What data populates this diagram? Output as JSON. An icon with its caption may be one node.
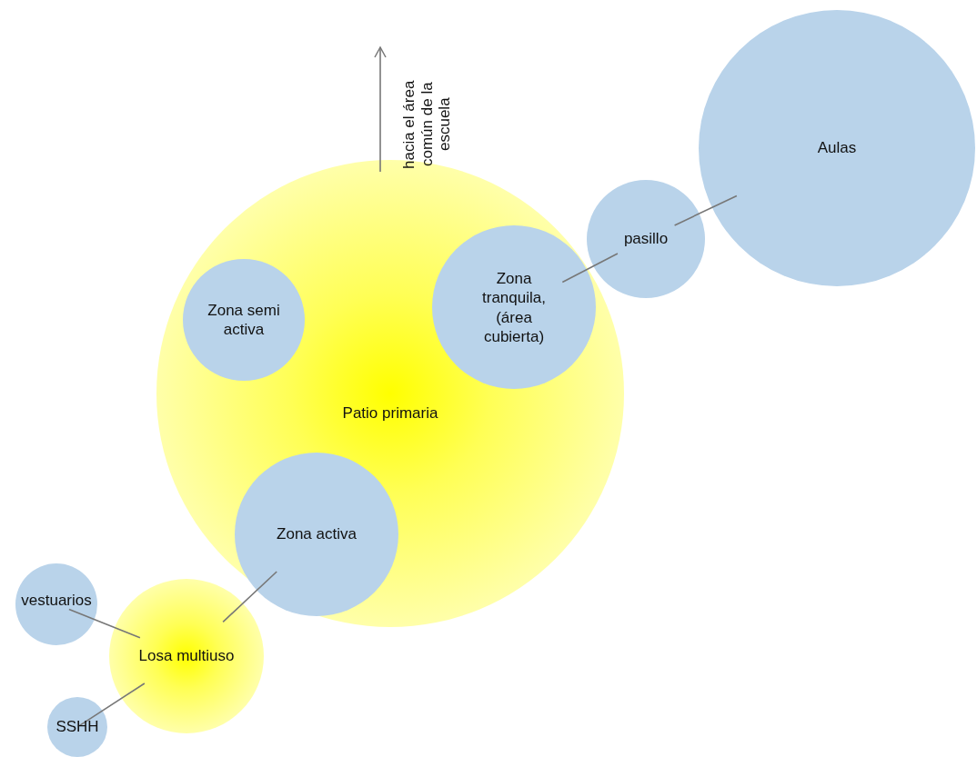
{
  "diagram": {
    "nodes": [
      {
        "text": [
          "Patio primaria"
        ]
      },
      {
        "text": [
          "Zona semi activa"
        ],
        "in": 0
      },
      {
        "text": [
          "Zona tranquila, (área cubierta)"
        ],
        "in": 0
      },
      {
        "text": [
          "Zona activa"
        ],
        "in": 0
      },
      {
        "text": [
          "pasillo"
        ]
      },
      {
        "text": [
          "Aulas"
        ]
      },
      {
        "text": [
          "Losa multiuso"
        ]
      },
      {
        "text": [
          "vestuarios"
        ]
      },
      {
        "text": [
          "SSHH"
        ]
      }
    ],
    "edges": [
      {
        "from": 0,
        "to": null,
        "arrow": "to",
        "label": "hacia el área común de la escuela"
      },
      {
        "from": 2,
        "to": 4,
        "arrow": "none"
      },
      {
        "from": 4,
        "to": 5,
        "arrow": "none"
      },
      {
        "from": 3,
        "to": 6,
        "arrow": "none"
      },
      {
        "from": 7,
        "to": 6,
        "arrow": "none"
      },
      {
        "from": 8,
        "to": 6,
        "arrow": "none"
      }
    ]
  }
}
